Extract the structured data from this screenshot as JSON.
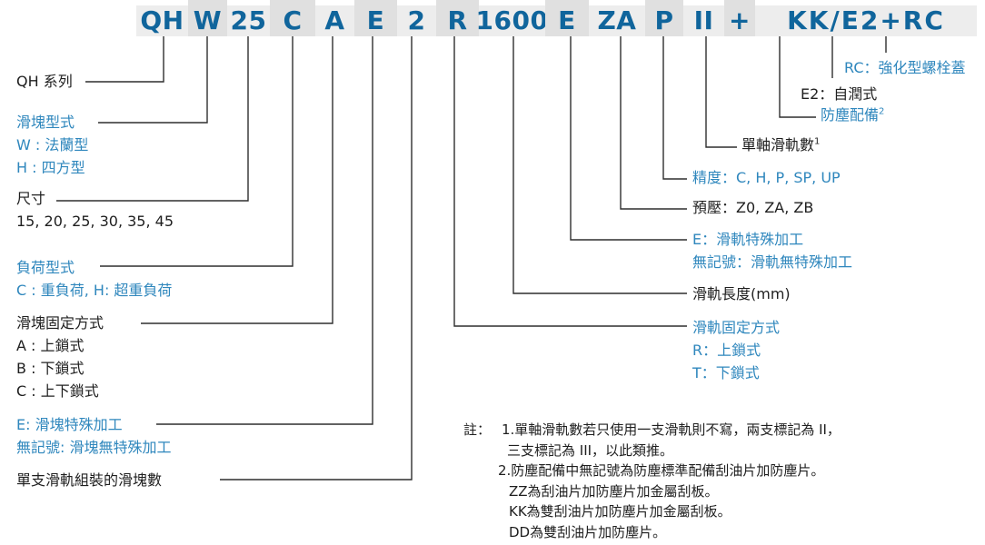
{
  "model_code": {
    "segments": [
      "QH",
      "W",
      "25",
      "C",
      "A",
      "E",
      "2",
      "R",
      "1600",
      "E",
      "ZA",
      "P",
      "II",
      "+",
      "KK/E2+RC"
    ]
  },
  "left_labels": {
    "series": {
      "title": "QH 系列"
    },
    "block_type": {
      "title": "滑塊型式",
      "options": [
        "W : 法蘭型",
        "H : 四方型"
      ]
    },
    "size": {
      "title": "尺寸",
      "options": [
        "15, 20, 25, 30, 35, 45"
      ]
    },
    "load_type": {
      "title": "負荷型式",
      "options": [
        "C : 重負荷, H: 超重負荷"
      ]
    },
    "block_mounting": {
      "title": "滑塊固定方式",
      "options": [
        "A : 上鎖式",
        "B : 下鎖式",
        "C : 上下鎖式"
      ]
    },
    "block_machining": {
      "title": "E: 滑塊特殊加工",
      "options": [
        "無記號: 滑塊無特殊加工"
      ]
    },
    "blocks_per_rail": {
      "title": "單支滑軌組裝的滑塊數"
    }
  },
  "right_labels": {
    "bolt_cap": {
      "title": "RC：強化型螺栓蓋"
    },
    "self_lubrication": {
      "title": "E2：自潤式"
    },
    "dust_protection": {
      "title": "防塵配備",
      "sup": "2"
    },
    "rails_per_axis": {
      "title": "單軸滑軌數",
      "sup": "1"
    },
    "accuracy": {
      "title": "精度：C, H, P, SP, UP"
    },
    "preload": {
      "title": "預壓：Z0, ZA, ZB"
    },
    "rail_machining": {
      "title": "E：滑軌特殊加工",
      "options": [
        "無記號：滑軌無特殊加工"
      ]
    },
    "rail_length": {
      "title": "滑軌長度(mm)"
    },
    "rail_mounting": {
      "title": "滑軌固定方式",
      "options": [
        "R：上鎖式",
        "T：下鎖式"
      ]
    }
  },
  "notes": {
    "prefix": "註：",
    "lines": [
      "1.單軸滑軌數若只使用一支滑軌則不寫，兩支標記為 II，",
      "三支標記為 III，以此類推。",
      "2.防塵配備中無記號為防塵標準配備刮油片加防塵片。",
      "ZZ為刮油片加防塵片加金屬刮板。",
      "KK為雙刮油片加防塵片加金屬刮板。",
      "DD為雙刮油片加防塵片。"
    ]
  },
  "colors": {
    "code_text": "#10659c",
    "label_blue": "#2f87bd",
    "text_black": "#1f1f1f",
    "seg_light": "#ededed",
    "seg_dark": "#e0e0e0",
    "line": "#2f2f2f"
  }
}
